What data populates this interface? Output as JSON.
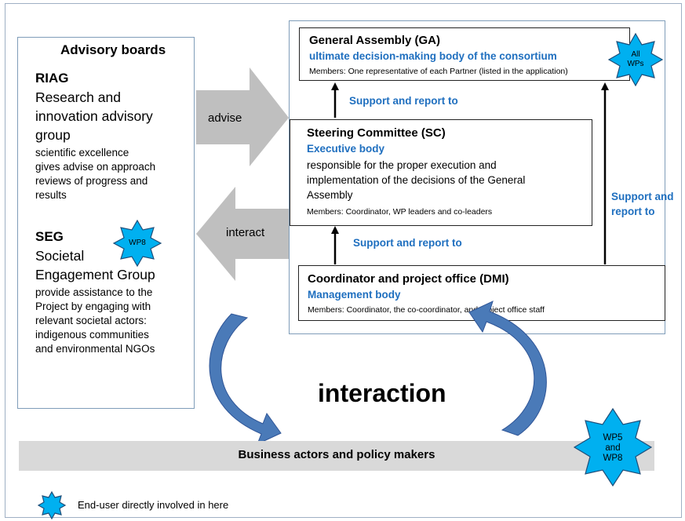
{
  "advisory": {
    "heading": "Advisory boards",
    "riag": {
      "abbr": "RIAG",
      "name_lines": [
        "Research and",
        "innovation advisory",
        "group"
      ],
      "desc_lines": [
        "scientific excellence",
        "gives advise on approach",
        "reviews of progress and",
        "results"
      ]
    },
    "seg": {
      "abbr": "SEG",
      "name_lines": [
        "Societal",
        "Engagement Group"
      ],
      "desc_lines": [
        "provide assistance to the",
        "Project by engaging with",
        "relevant societal actors:",
        "indigenous communities",
        "and environmental NGOs"
      ],
      "star_label": "WP8"
    }
  },
  "arrows": {
    "advise": "advise",
    "interact": "interact"
  },
  "ga": {
    "title": "General Assembly (GA)",
    "subtitle": "ultimate decision-making body of the consortium",
    "members": "Members: One representative of each Partner (listed in the application)",
    "star_lines": [
      "All",
      "WPs"
    ]
  },
  "sc": {
    "title": "Steering Committee (SC)",
    "subtitle": "Executive body",
    "desc_lines": [
      "responsible for the proper execution and",
      "implementation of the decisions of the General",
      "Assembly"
    ],
    "members": "Members: Coordinator,  WP leaders and co-leaders"
  },
  "dmi": {
    "title": "Coordinator  and project office (DMI)",
    "subtitle": "Management body",
    "members": "Members: Coordinator, the  co-coordinator, and project office staff"
  },
  "support": {
    "top": "Support and report to",
    "middle": "Support and report to",
    "right_lines": [
      "Support and",
      "report to"
    ]
  },
  "interaction": "interaction",
  "business": {
    "label": "Business actors and policy makers",
    "star_lines": [
      "WP5",
      "and",
      "WP8"
    ]
  },
  "legend": {
    "text": "End-user directly involved in here"
  },
  "colors": {
    "accent_blue": "#1f6fbf",
    "star_fill": "#00b0f0",
    "star_stroke": "#1f4e79",
    "curve_arrow": "#4a7ab8",
    "grey_arrow": "#bfbfbf",
    "bar_grey": "#d9d9d9"
  }
}
